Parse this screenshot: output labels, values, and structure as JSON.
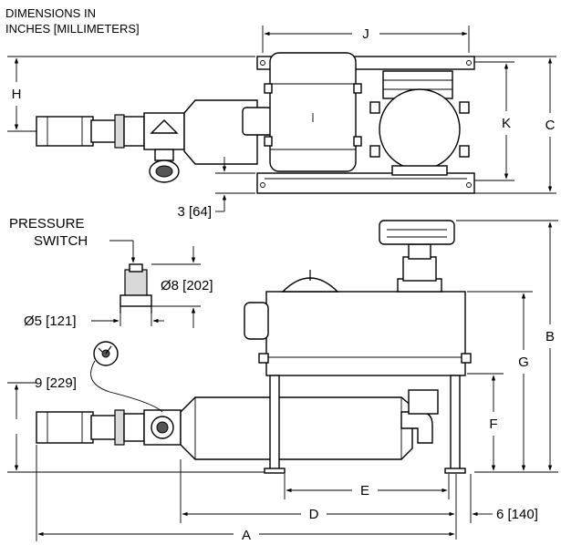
{
  "notes": {
    "units_line1": "DIMENSIONS IN",
    "units_line2": "INCHES [MILLIMETERS]"
  },
  "labels": {
    "pressure_switch_line1": "PRESSURE",
    "pressure_switch_line2": "SWITCH"
  },
  "dimensions": {
    "A": "A",
    "B": "B",
    "C": "C",
    "D": "D",
    "E": "E",
    "F": "F",
    "G": "G",
    "H": "H",
    "J": "J",
    "K": "K",
    "d3": "3 [64]",
    "d9": "9 [229]",
    "d6": "6 [140]",
    "dia8": "Ø8 [202]",
    "dia5": "Ø5 [121]"
  }
}
